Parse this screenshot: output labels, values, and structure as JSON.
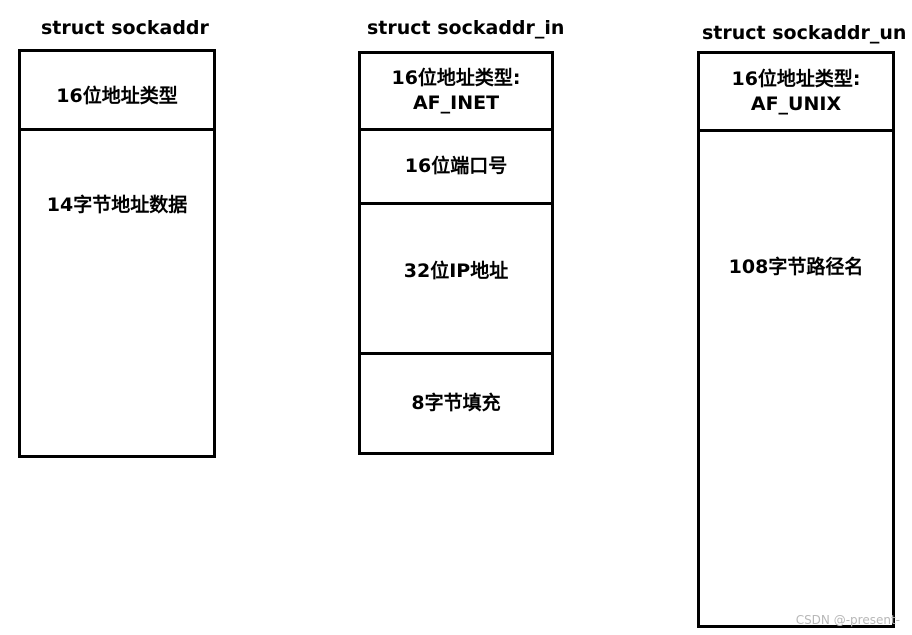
{
  "structs": [
    {
      "title": "struct sockaddr",
      "fields": [
        {
          "lines": [
            "16位地址类型"
          ]
        },
        {
          "lines": [
            "14字节地址数据"
          ]
        }
      ]
    },
    {
      "title": "struct sockaddr_in",
      "fields": [
        {
          "lines": [
            "16位地址类型:",
            "AF_INET"
          ]
        },
        {
          "lines": [
            "16位端口号"
          ]
        },
        {
          "lines": [
            "32位IP地址"
          ]
        },
        {
          "lines": [
            "8字节填充"
          ]
        }
      ]
    },
    {
      "title": "struct sockaddr_un",
      "fields": [
        {
          "lines": [
            "16位地址类型:",
            "AF_UNIX"
          ]
        },
        {
          "lines": [
            "108字节路径名"
          ]
        }
      ]
    }
  ],
  "watermark": "CSDN @-present-"
}
